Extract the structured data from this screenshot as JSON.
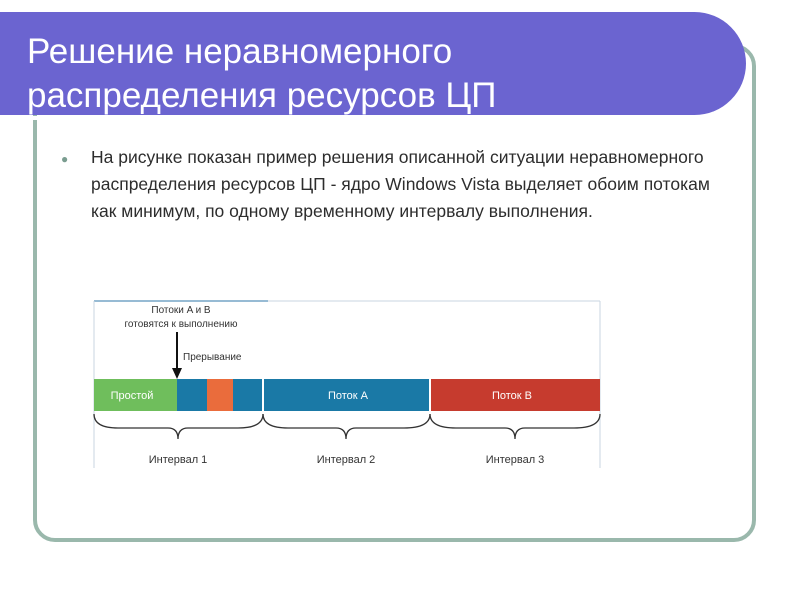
{
  "slide": {
    "title_line1": "Решение неравномерного",
    "title_line2": "распределения ресурсов ЦП",
    "bullet_text": "На рисунке показан пример решения описанной ситуации неравномерного распределения ресурсов ЦП - ядро Windows Vista выделяет обоим потокам как минимум, по одному временному интервалу выполнения."
  },
  "diagram": {
    "callout_line1": "Потоки A и B",
    "callout_line2": "готовятся к выполнению",
    "interrupt_label": "Прерывание",
    "segments": [
      {
        "label": "Простой",
        "color": "#6fbe5c"
      },
      {
        "label": "",
        "color": "#1a79a6"
      },
      {
        "label": "",
        "color": "#ea6c3c"
      },
      {
        "label": "",
        "color": "#1a79a6"
      },
      {
        "label": "Поток A",
        "color": "#1a79a6"
      },
      {
        "label": "Поток B",
        "color": "#c63b2e"
      }
    ],
    "intervals": [
      "Интервал 1",
      "Интервал 2",
      "Интервал 3"
    ]
  },
  "colors": {
    "title_bar": "#6b64d0",
    "frame_border": "#9ab8ac",
    "bullet": "#7a9d90"
  }
}
